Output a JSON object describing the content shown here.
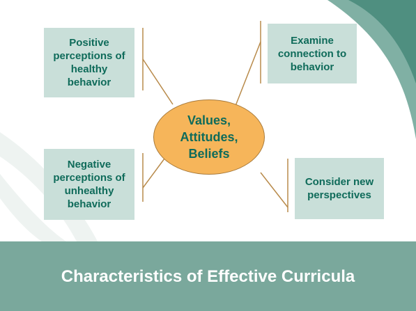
{
  "center": {
    "text": "Values,\nAttitudes,\nBeliefs"
  },
  "boxes": {
    "top_left": "Positive perceptions of healthy behavior",
    "top_right": "Examine connection to behavior",
    "bottom_left": "Negative perceptions of unhealthy behavior",
    "bottom_right": "Consider new perspectives"
  },
  "title": "Characteristics of Effective Curricula",
  "colors": {
    "accent": "#7aa89c",
    "box": "#c9dfd9",
    "center": "#f6b55a",
    "text": "#0f6b5a"
  }
}
